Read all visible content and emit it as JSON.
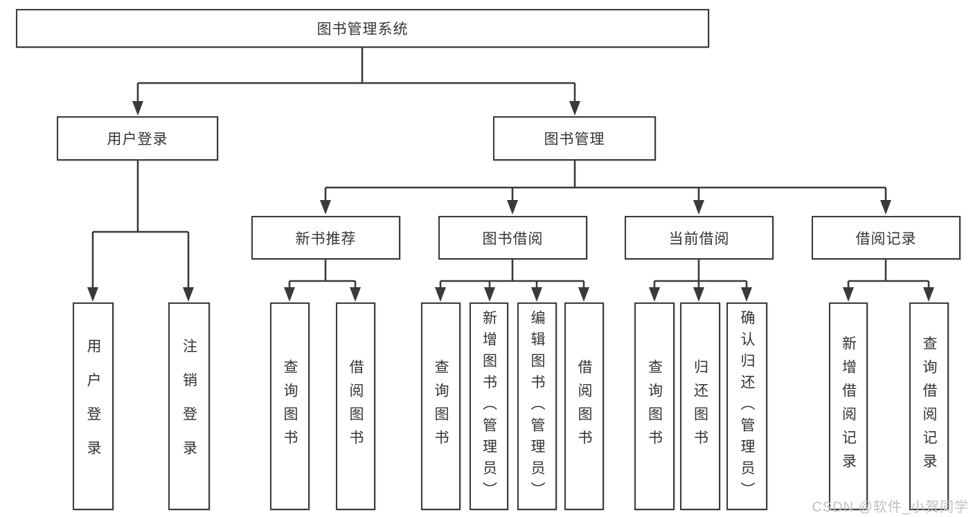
{
  "diagram": {
    "root": "图书管理系统",
    "level2": [
      "用户登录",
      "图书管理"
    ],
    "level3": [
      "新书推荐",
      "图书借阅",
      "当前借阅",
      "借阅记录"
    ],
    "leaves": {
      "user_login": [
        "用户登录",
        "注销登录"
      ],
      "new_books": [
        "查询图书",
        "借阅图书"
      ],
      "book_borrowing": [
        "查询图书",
        "新增图书（管理员）",
        "编辑图书（管理员）",
        "借阅图书"
      ],
      "current_borrowing": [
        "查询图书",
        "归还图书",
        "确认归还（管理员）"
      ],
      "borrowing_records": [
        "新增借阅记录",
        "查询借阅记录"
      ]
    },
    "watermark": "CSDN @软件_小贺同学",
    "colors": {
      "line": "#3a3a3a",
      "border": "#3a3a3a",
      "text": "#333333",
      "background": "#ffffff",
      "watermark": "#c0c0c0"
    }
  }
}
